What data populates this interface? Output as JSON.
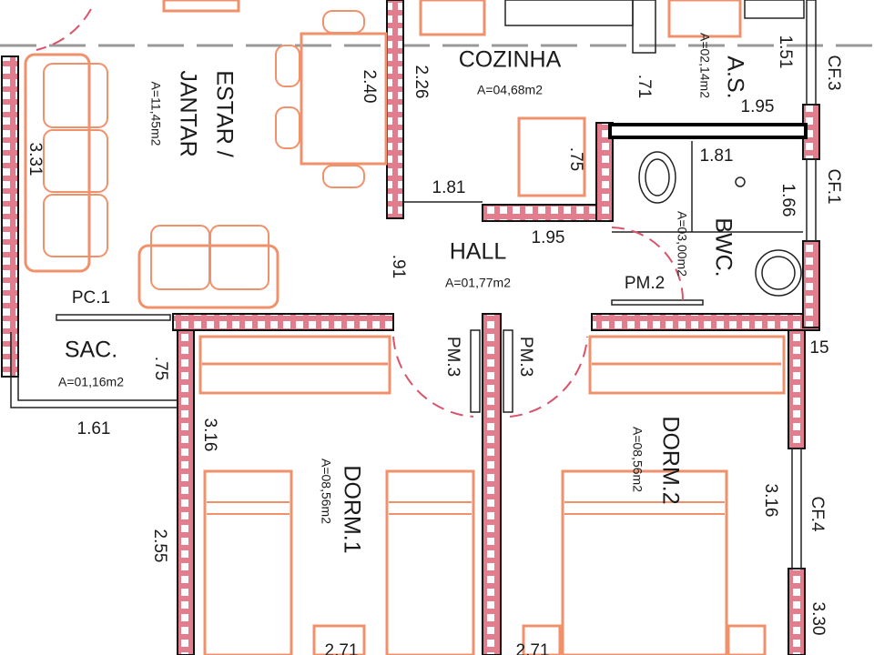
{
  "rooms": {
    "estar_line1": "ESTAR /",
    "estar_line2": "JANTAR",
    "estar_area": "A=11,45m2",
    "cozinha": "COZINHA",
    "cozinha_area": "A=04,68m2",
    "as": "A.S.",
    "as_area": "A=02,14m2",
    "bwc": "BWC.",
    "bwc_area": "A=03,00m2",
    "hall": "HALL",
    "hall_area": "A=01,77m2",
    "sac": "SAC.",
    "sac_area": "A=01,16m2",
    "dorm1": "DORM.1",
    "dorm1_area": "A=08,56m2",
    "dorm2": "DORM.2",
    "dorm2_area": "A=08,56m2"
  },
  "openings": {
    "pc1": "PC.1",
    "pm2": "PM.2",
    "pm3_left": "PM.3",
    "pm3_right": "PM.3",
    "cf1": "CF.1",
    "cf3": "CF.3",
    "cf4": "CF.4"
  },
  "dimensions": {
    "d_331": "3.31",
    "d_240": "2.40",
    "d_226": "2.26",
    "d_071": ".71",
    "d_151": "1.51",
    "d_195_as": "1.95",
    "d_075_kitchen": ".75",
    "d_181_hall": "1.81",
    "d_181_bwc": "1.81",
    "d_166": "1.66",
    "d_195_hall": "1.95",
    "d_091": ".91",
    "d_075_sac": ".75",
    "d_161": "1.61",
    "d_316_dorm1": "3.16",
    "d_255": "2.55",
    "d_015": "15",
    "d_316_dorm2": "3.16",
    "d_330": "3.30",
    "d_271_left": "2.71",
    "d_271_right": "2.71"
  }
}
